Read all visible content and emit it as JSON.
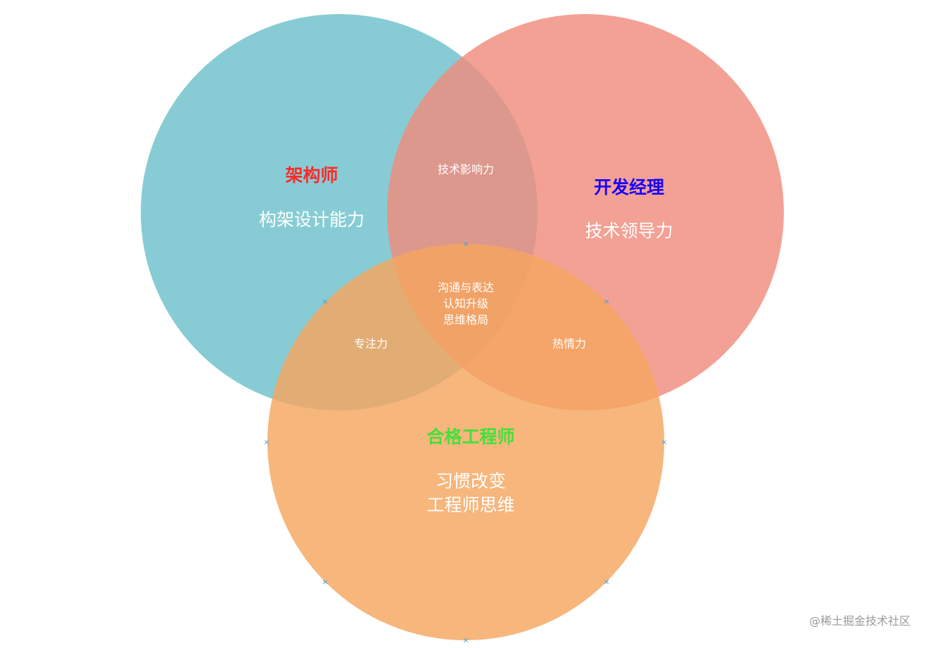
{
  "colors": {
    "architect_circle": "#76C5CE",
    "manager_circle": "#F08C7E",
    "engineer_circle": "#F5A65F",
    "architect_title": "#ff2a2a",
    "manager_title": "#1a00ff",
    "engineer_title": "#45e03a",
    "marker": "#3fa3e0"
  },
  "circles": {
    "architect": {
      "title": "架构师",
      "description": "构架设计能力"
    },
    "manager": {
      "title": "开发经理",
      "description": "技术领导力"
    },
    "engineer": {
      "title": "合格工程师",
      "description": "习惯改变\n工程师思维"
    }
  },
  "intersections": {
    "architect_manager": "技术影响力",
    "architect_engineer": "专注力",
    "manager_engineer": "热情力",
    "all_three": "沟通与表达\n认知升级\n思维格局"
  },
  "watermark": "@稀土掘金技术社区"
}
